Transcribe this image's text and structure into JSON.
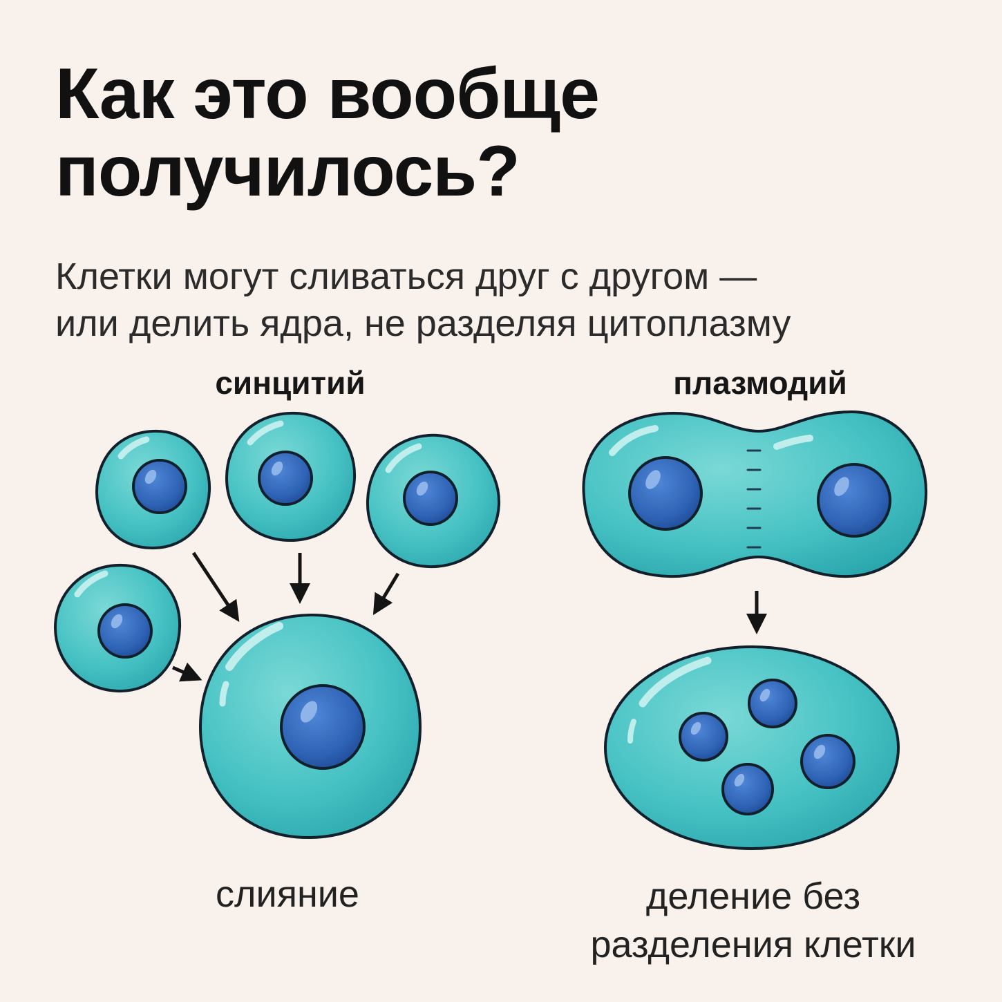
{
  "title": {
    "line1": "Как это вообще",
    "line2": "получилось?"
  },
  "subtitle": {
    "line1": "Клетки могут сливаться друг с другом —",
    "line2": "или делить ядра, не разделяя цитоплазму"
  },
  "left_panel": {
    "label": "синцитий",
    "caption": "слияние"
  },
  "right_panel": {
    "label": "плазмодий",
    "caption_line1": "деление без",
    "caption_line2": "разделения клетки"
  },
  "colors": {
    "background": "#f9f2ec",
    "cytoplasm": "#3fbfc2",
    "cytoplasm_light": "#7ad9d6",
    "nucleus": "#2f63b5",
    "nucleus_dark": "#1f4c99",
    "outline": "#12202b"
  }
}
